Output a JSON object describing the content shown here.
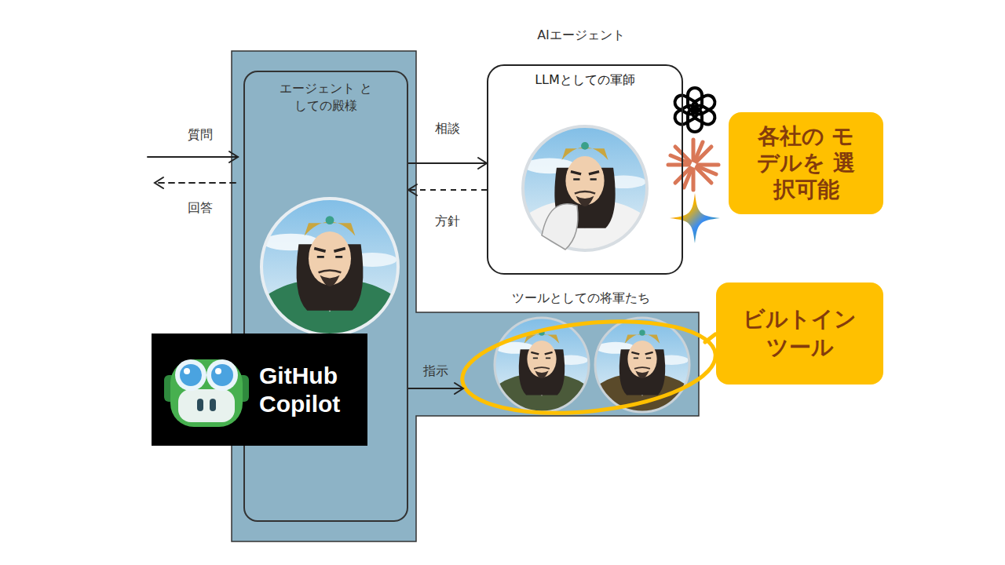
{
  "diagram": {
    "nodes": [
      {
        "text": [
          "エージェント としての殿様"
        ]
      },
      {
        "text": [
          "LLMとしての軍師"
        ]
      },
      {
        "text": [
          "ツールとしての将軍たち"
        ]
      },
      {
        "text": [
          "各社の モデルを 選択可能"
        ]
      },
      {
        "text": [
          "ビルトイン ツール"
        ]
      },
      {
        "text": [
          "GitHub Copilot"
        ]
      }
    ],
    "edges": [
      {
        "from": 0,
        "to": 1,
        "label": "相談",
        "arrow": "to"
      },
      {
        "from": 1,
        "to": 0,
        "label": "方針",
        "arrow": "to"
      },
      {
        "from": 0,
        "to": 2,
        "label": "指示",
        "arrow": "to"
      }
    ],
    "labels": [
      "AIエージェント",
      "質問",
      "回答"
    ]
  }
}
